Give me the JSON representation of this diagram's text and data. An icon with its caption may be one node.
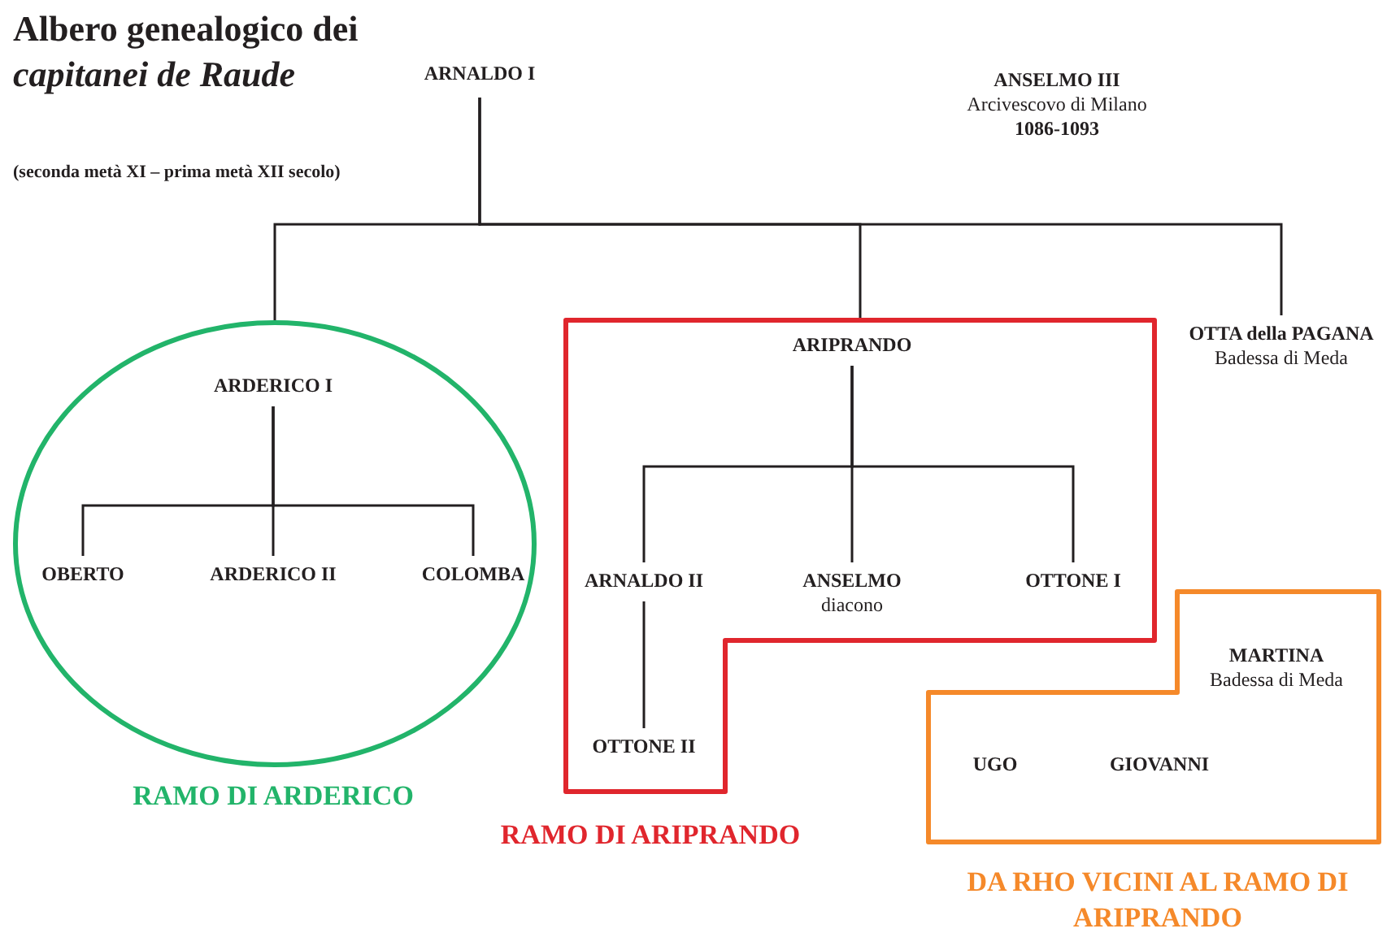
{
  "diagram": {
    "title": "Albero genealogico dei *capitanei de Raude*",
    "nodes": [
      {
        "text": [
          "ARNALDO I"
        ]
      },
      {
        "text": [
          "ANSELMO III",
          "Arcivescovo di Milano",
          "1086-1093"
        ]
      },
      {
        "text": [
          "RAMO DI ARDERICO"
        ]
      },
      {
        "text": [
          "ARDERICO I"
        ],
        "in": 2
      },
      {
        "text": [
          "OBERTO"
        ],
        "in": 2
      },
      {
        "text": [
          "ARDERICO II"
        ],
        "in": 2
      },
      {
        "text": [
          "COLOMBA"
        ],
        "in": 2
      },
      {
        "text": [
          "RAMO DI ARIPRANDO"
        ]
      },
      {
        "text": [
          "ARIPRANDO"
        ],
        "in": 7
      },
      {
        "text": [
          "ARNALDO II"
        ],
        "in": 7
      },
      {
        "text": [
          "ANSELMO",
          "diacono"
        ],
        "in": 7
      },
      {
        "text": [
          "OTTONE I"
        ],
        "in": 7
      },
      {
        "text": [
          "OTTONE II"
        ],
        "in": 7
      },
      {
        "text": [
          "OTTA della PAGANA",
          "Badessa di Meda"
        ]
      },
      {
        "text": [
          "DA RHO VICINI AL RAMO DI ARIPRANDO"
        ]
      },
      {
        "text": [
          "MARTINA",
          "Badessa di Meda"
        ],
        "in": 14
      },
      {
        "text": [
          "UGO"
        ],
        "in": 14
      },
      {
        "text": [
          "GIOVANNI"
        ],
        "in": 14
      }
    ],
    "edges": [
      {
        "from": 0,
        "to": 2,
        "arrow": "none"
      },
      {
        "from": 0,
        "to": 7,
        "arrow": "none"
      },
      {
        "from": 0,
        "to": 13,
        "arrow": "none"
      },
      {
        "from": 3,
        "to": 4,
        "arrow": "none"
      },
      {
        "from": 3,
        "to": 5,
        "arrow": "none"
      },
      {
        "from": 3,
        "to": 6,
        "arrow": "none"
      },
      {
        "from": 8,
        "to": 9,
        "arrow": "none"
      },
      {
        "from": 8,
        "to": 10,
        "arrow": "none"
      },
      {
        "from": 8,
        "to": 11,
        "arrow": "none"
      },
      {
        "from": 9,
        "to": 12,
        "arrow": "none"
      }
    ],
    "labels": [
      "(seconda metà XI – prima metà XII secolo)"
    ]
  }
}
